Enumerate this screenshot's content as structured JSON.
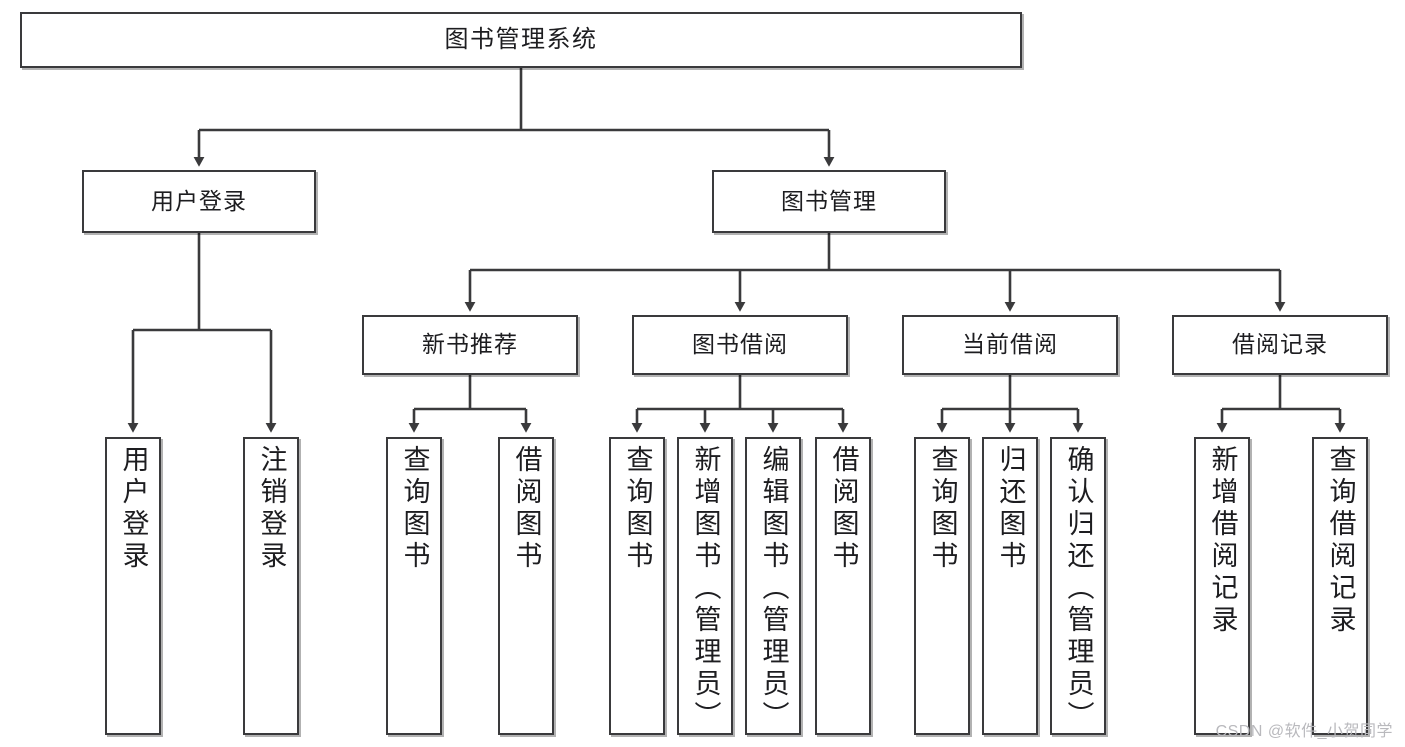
{
  "diagram": {
    "type": "tree",
    "title": "图书管理系统",
    "stroke_color": "#3a3a3c",
    "text_color": "#1d1d20",
    "background": "#ffffff"
  },
  "nodes": {
    "root": {
      "label": "图书管理系统"
    },
    "level1": [
      {
        "label": "用户登录"
      },
      {
        "label": "图书管理"
      }
    ],
    "level2": [
      {
        "label": "新书推荐"
      },
      {
        "label": "图书借阅"
      },
      {
        "label": "当前借阅"
      },
      {
        "label": "借阅记录"
      }
    ],
    "leaves": {
      "user_login": [
        {
          "label": "用户登录"
        },
        {
          "label": "注销登录"
        }
      ],
      "new_book": [
        {
          "label": "查询图书"
        },
        {
          "label": "借阅图书"
        }
      ],
      "borrow_book": [
        {
          "label": "查询图书"
        },
        {
          "label": "新增图书（管理员）"
        },
        {
          "label": "编辑图书（管理员）"
        },
        {
          "label": "借阅图书"
        }
      ],
      "current_borrow": [
        {
          "label": "查询图书"
        },
        {
          "label": "归还图书"
        },
        {
          "label": "确认归还（管理员）"
        }
      ],
      "borrow_record": [
        {
          "label": "新增借阅记录"
        },
        {
          "label": "查询借阅记录"
        }
      ]
    }
  },
  "watermark": {
    "text": "CSDN @软件_小贺同学"
  }
}
